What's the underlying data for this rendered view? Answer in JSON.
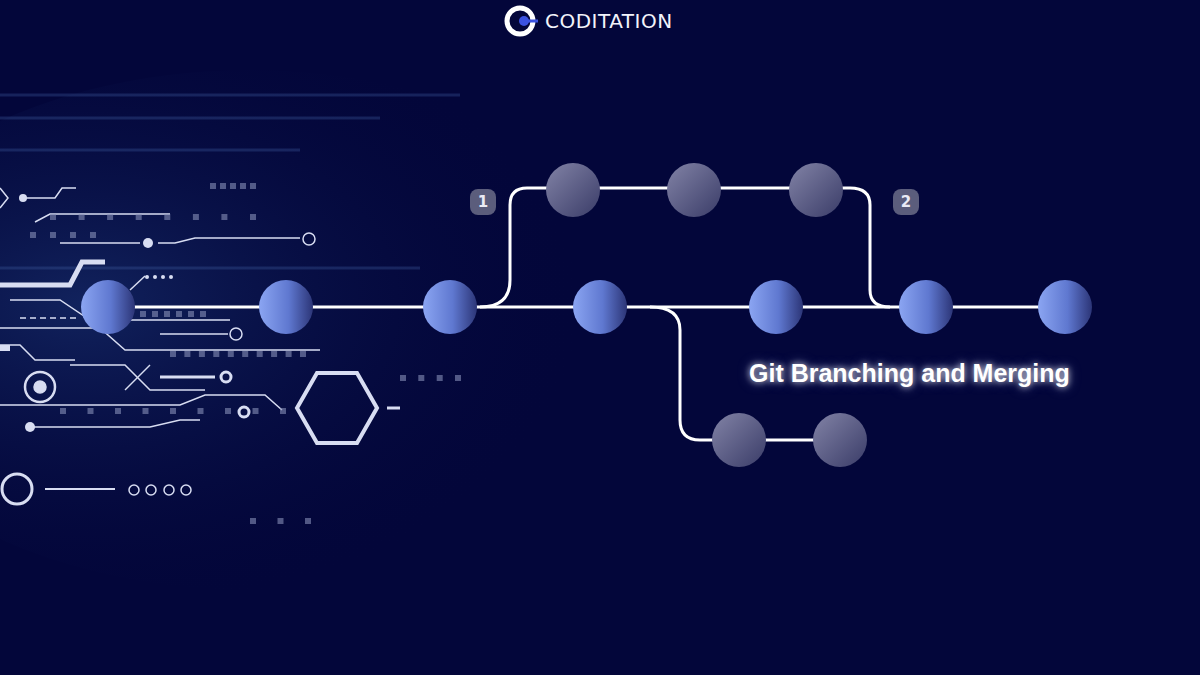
{
  "diagram": {
    "title": "Git Branching and Merging",
    "labels": [
      "CODITATION",
      "1",
      "2"
    ]
  }
}
